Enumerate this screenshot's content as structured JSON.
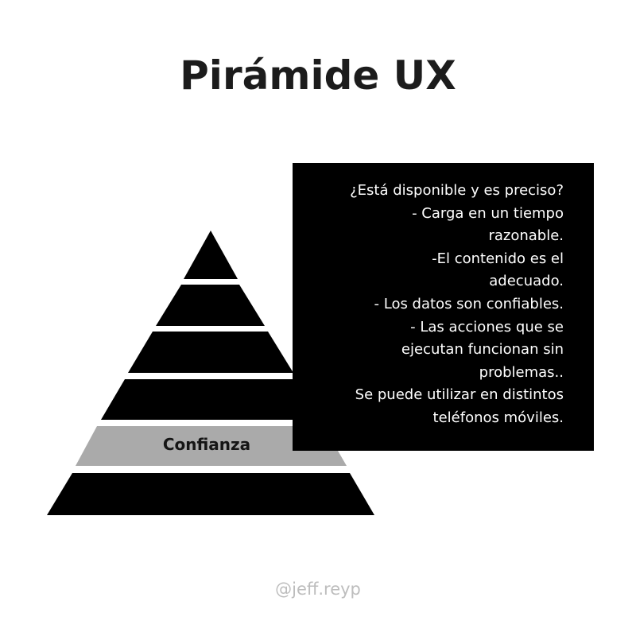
{
  "title": "Pirámide UX",
  "pyramid": {
    "highlighted_layer_label": "Confianza",
    "colors": {
      "layer": "#000000",
      "highlight": "#aaaaaa"
    }
  },
  "info_box": {
    "lines": [
      "¿Está disponible y es preciso?",
      "- Carga en un tiempo",
      "razonable.",
      "-El contenido es el",
      "adecuado.",
      "- Los datos son confiables.",
      "- Las acciones que se",
      "ejecutan funcionan sin",
      "problemas..",
      "Se puede utilizar en distintos",
      "teléfonos móviles."
    ]
  },
  "credit": "@jeff.reyp"
}
